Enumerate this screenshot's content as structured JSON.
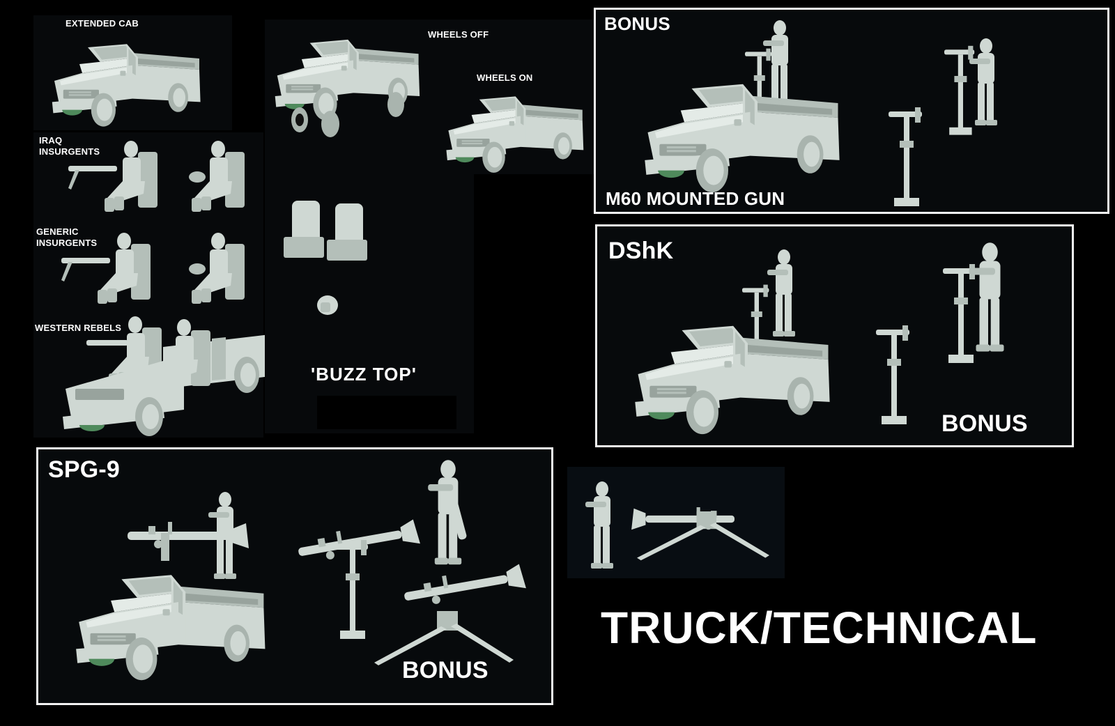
{
  "title": "TRUCK/TECHNICAL",
  "colors": {
    "background": "#000000",
    "panel": "#07090b",
    "frame": "#f2f2f2",
    "model": "#cfd8d3",
    "text": "#ffffff"
  },
  "sections": {
    "extended_cab": {
      "label": "EXTENDED CAB"
    },
    "wheels": {
      "off_label": "WHEELS OFF",
      "on_label": "WHEELS ON"
    },
    "crew": {
      "iraq_label": "IRAQ\nINSURGENTS",
      "generic_label": "GENERIC\nINSURGENTS",
      "western_label": "WESTERN REBELS"
    },
    "buzz_top": {
      "label": "'BUZZ TOP'"
    },
    "m60": {
      "top_label": "BONUS",
      "bottom_label": "M60 MOUNTED GUN"
    },
    "dshk": {
      "top_label": "DShK",
      "bottom_label": "BONUS"
    },
    "spg9": {
      "top_label": "SPG-9",
      "bottom_label": "BONUS"
    }
  }
}
